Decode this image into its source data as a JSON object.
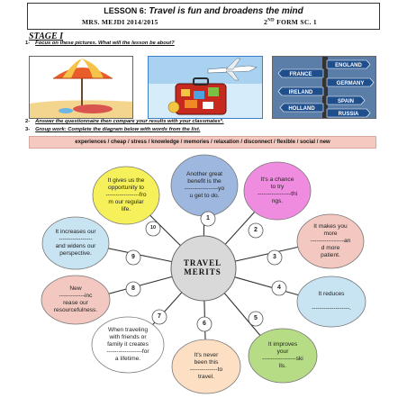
{
  "header": {
    "lesson_prefix": "LESSON 6:",
    "lesson_title": "Travel is fun and broadens the mind",
    "teacher": "MRS. MEJDI 2014/2015",
    "form_num": "2",
    "form_sup": "ND",
    "form_rest": "FORM SC. 1"
  },
  "stage": "STAGE I",
  "questions": [
    {
      "num": "1-",
      "text": "Focus on these pictures. What will the lesson be about?"
    },
    {
      "num": "2-",
      "text": "Answer the questionnaire then compare your results with your classmates*."
    },
    {
      "num": "3-",
      "text": "Group work: Complete the diagram below with words from the list."
    }
  ],
  "pictures": {
    "beach": "beach-umbrella-picture",
    "suitcase": "suitcase-plane-picture",
    "signpost": {
      "signs": [
        "ENGLAND",
        "FRANCE",
        "GERMANY",
        "IRELAND",
        "SPAIN",
        "HOLLAND",
        "RUSSIA"
      ]
    }
  },
  "word_list": "experiences  / cheap  / stress / knowledge /  memories  / relaxation  / disconnect  /  flexible  /  social  /  new",
  "center": [
    "TRAVEL",
    "MERITS"
  ],
  "bubbles": [
    {
      "num": "1",
      "lines": [
        "Another great",
        "benefit is the",
        "-----------------yo",
        "u get to do."
      ]
    },
    {
      "num": "2",
      "lines": [
        "It's a chance",
        "to try",
        "-----------------thi",
        "ngs."
      ]
    },
    {
      "num": "3",
      "lines": [
        "It makes you",
        "more",
        "-----------------an",
        "d more",
        "patient."
      ]
    },
    {
      "num": "4",
      "lines": [
        "It reduces",
        "",
        "-------------------."
      ]
    },
    {
      "num": "5",
      "lines": [
        "It improves",
        "your",
        "-----------------ski",
        "lls."
      ]
    },
    {
      "num": "6",
      "lines": [
        "It's never",
        "been this",
        "--------------to",
        "travel."
      ]
    },
    {
      "num": "7",
      "lines": [
        "When traveling",
        "with friends or",
        "family it creates",
        "------------------for",
        "a lifetime."
      ]
    },
    {
      "num": "8",
      "lines": [
        "New",
        "-------------inc",
        "rease our",
        "resourcefulness."
      ]
    },
    {
      "num": "9",
      "lines": [
        "It increases our",
        "-----------------",
        "and widens our",
        "perspective."
      ]
    },
    {
      "num": "10",
      "lines": [
        "It gives us the",
        "opportunity to",
        "-----------------fro",
        "m our regular",
        "life."
      ]
    }
  ],
  "colors": {
    "b1": "#9db7de",
    "b2": "#f08ce0",
    "b3": "#f3c8c0",
    "b4": "#c8e3f2",
    "b5": "#b6dc86",
    "b6": "#fde0c4",
    "b7": "#ffffff",
    "b8": "#f3c8c0",
    "b9": "#c8e3f2",
    "b10": "#f6f15a",
    "center": "#d9d9d9"
  }
}
